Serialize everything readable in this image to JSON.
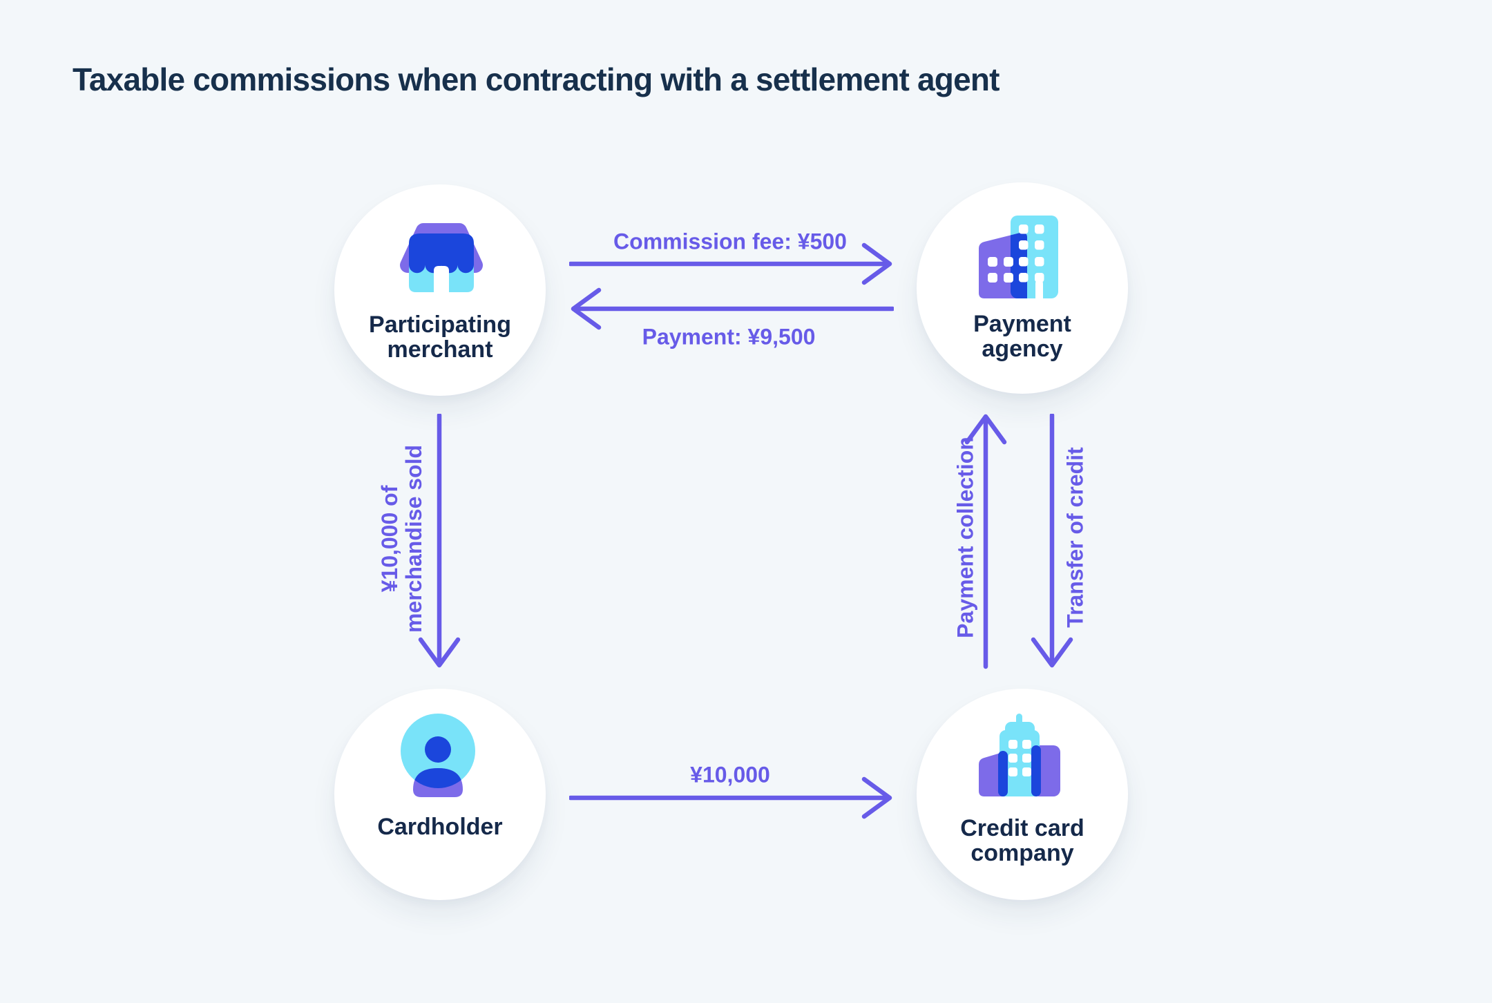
{
  "title": "Taxable commissions when contracting with a settlement agent",
  "colors": {
    "background": "#F3F7FA",
    "node_background": "#FFFFFF",
    "title_text": "#17304C",
    "node_label_text": "#15294A",
    "arrow_accent": "#675BE8",
    "icon_purple": "#7D6BE9",
    "icon_blue": "#1B46DC",
    "icon_cyan": "#79E3F9"
  },
  "nodes": {
    "merchant": {
      "label": "Participating merchant",
      "icon": "storefront-icon"
    },
    "payment_agency": {
      "label": "Payment agency",
      "icon": "office-buildings-icon"
    },
    "cardholder": {
      "label": "Cardholder",
      "icon": "person-icon"
    },
    "credit_card_company": {
      "label": "Credit card company",
      "icon": "city-buildings-icon"
    }
  },
  "edges": {
    "commission_fee": {
      "label": "Commission fee: ¥500",
      "from": "merchant",
      "to": "payment_agency",
      "direction": "right"
    },
    "payment": {
      "label": "Payment: ¥9,500",
      "from": "payment_agency",
      "to": "merchant",
      "direction": "left"
    },
    "merchandise_sold": {
      "label": "¥10,000 of merchandise sold",
      "from": "merchant",
      "to": "cardholder",
      "direction": "down"
    },
    "card_payment": {
      "label": "¥10,000",
      "from": "cardholder",
      "to": "credit_card_company",
      "direction": "right"
    },
    "payment_collection": {
      "label": "Payment collection",
      "from": "credit_card_company",
      "to": "payment_agency",
      "direction": "up"
    },
    "transfer_of_credit": {
      "label": "Transfer of credit",
      "from": "payment_agency",
      "to": "credit_card_company",
      "direction": "down"
    }
  }
}
